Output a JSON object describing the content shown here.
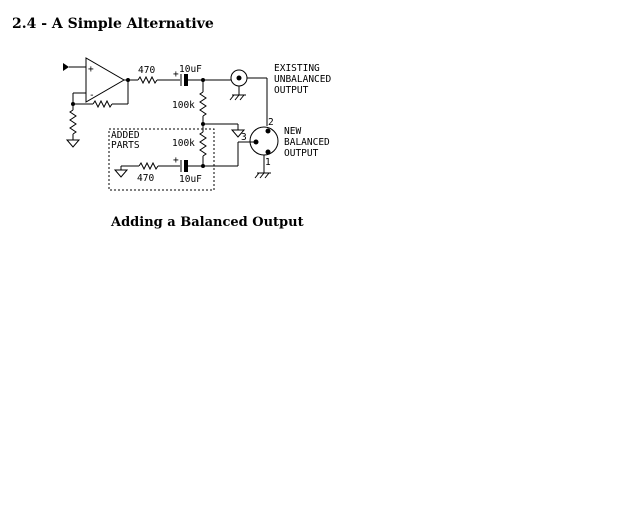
{
  "section_title": "2.4 - A Simple Alternative",
  "figure_caption": "Adding a Balanced Output",
  "schematic": {
    "opamp": {
      "plus": "+",
      "minus": "-"
    },
    "r_series_top": "470",
    "c_series_top": "10uF",
    "r_shunt_top": "100k",
    "r_shunt_added": "100k",
    "r_series_added": "470",
    "c_series_added": "10uF",
    "cap_polarity": "+",
    "added_parts_label": [
      "ADDED",
      "PARTS"
    ],
    "existing_output_label": [
      "EXISTING",
      "UNBALANCED",
      "OUTPUT"
    ],
    "new_output_label": [
      "NEW",
      "BALANCED",
      "OUTPUT"
    ],
    "xlr_pins": {
      "pin1": "1",
      "pin2": "2",
      "pin3": "3"
    }
  }
}
